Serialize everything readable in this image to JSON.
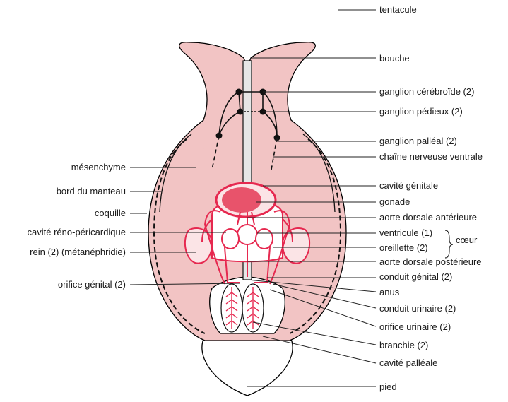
{
  "colors": {
    "body_fill": "#f2c4c4",
    "body_stroke": "#000000",
    "organ_red": "#e6284f",
    "gonad_fill": "#e8536b",
    "light_fill": "#fbe4e6",
    "nerve": "#111111",
    "leader_line": "#222222"
  },
  "labels_right": {
    "tentacule": "tentacule",
    "bouche": "bouche",
    "ganglion_cerebroide": "ganglion cérébroïde (2)",
    "ganglion_pedieux": "ganglion pédieux (2)",
    "ganglion_palleal": "ganglion palléal (2)",
    "chaine_nerveuse": "chaîne nerveuse ventrale",
    "cavite_genitale": "cavité génitale",
    "gonade": "gonade",
    "aorte_anterieure": "aorte dorsale antérieure",
    "ventricule": "ventricule (1)",
    "oreillette": "oreillette (2)",
    "coeur": "cœur",
    "aorte_posterieure": "aorte dorsale postérieure",
    "conduit_genital": "conduit génital (2)",
    "anus": "anus",
    "conduit_urinaire": "conduit urinaire (2)",
    "orifice_urinaire": "orifice urinaire (2)",
    "branchie": "branchie (2)",
    "cavite_palleale": "cavité palléale",
    "pied": "pied"
  },
  "labels_left": {
    "mesenchyme": "mésenchyme",
    "bord_manteau": "bord du manteau",
    "coquille": "coquille",
    "cavite_reno": "cavité réno-péricardique",
    "rein": "rein (2) (métanéphridie)",
    "orifice_genital": "orifice génital (2)"
  }
}
